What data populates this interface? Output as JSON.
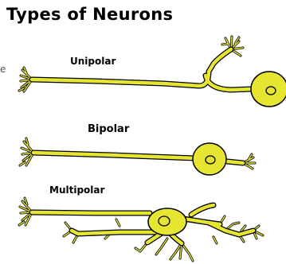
{
  "title": "Types of Neurons",
  "neurons": {
    "unipolar": {
      "label": "Unipolar"
    },
    "bipolar": {
      "label": "Bipolar"
    },
    "multipolar": {
      "label": "Multipolar"
    }
  },
  "stray_mark": "e",
  "colors": {
    "fill": "#e6e632",
    "outline": "#000000",
    "background": "#ffffff"
  }
}
